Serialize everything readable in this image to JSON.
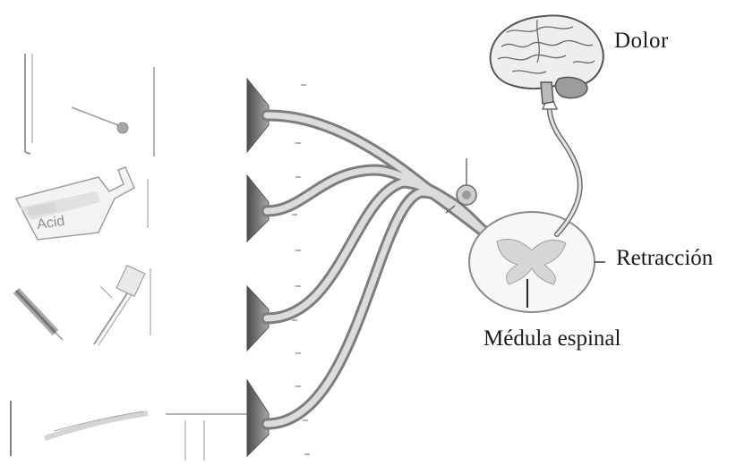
{
  "labels": {
    "pain": "Dolor",
    "withdrawal": "Retracción",
    "spinal_cord": "Médula espinal"
  },
  "stimuli": {
    "flask_label": "Acid"
  }
}
